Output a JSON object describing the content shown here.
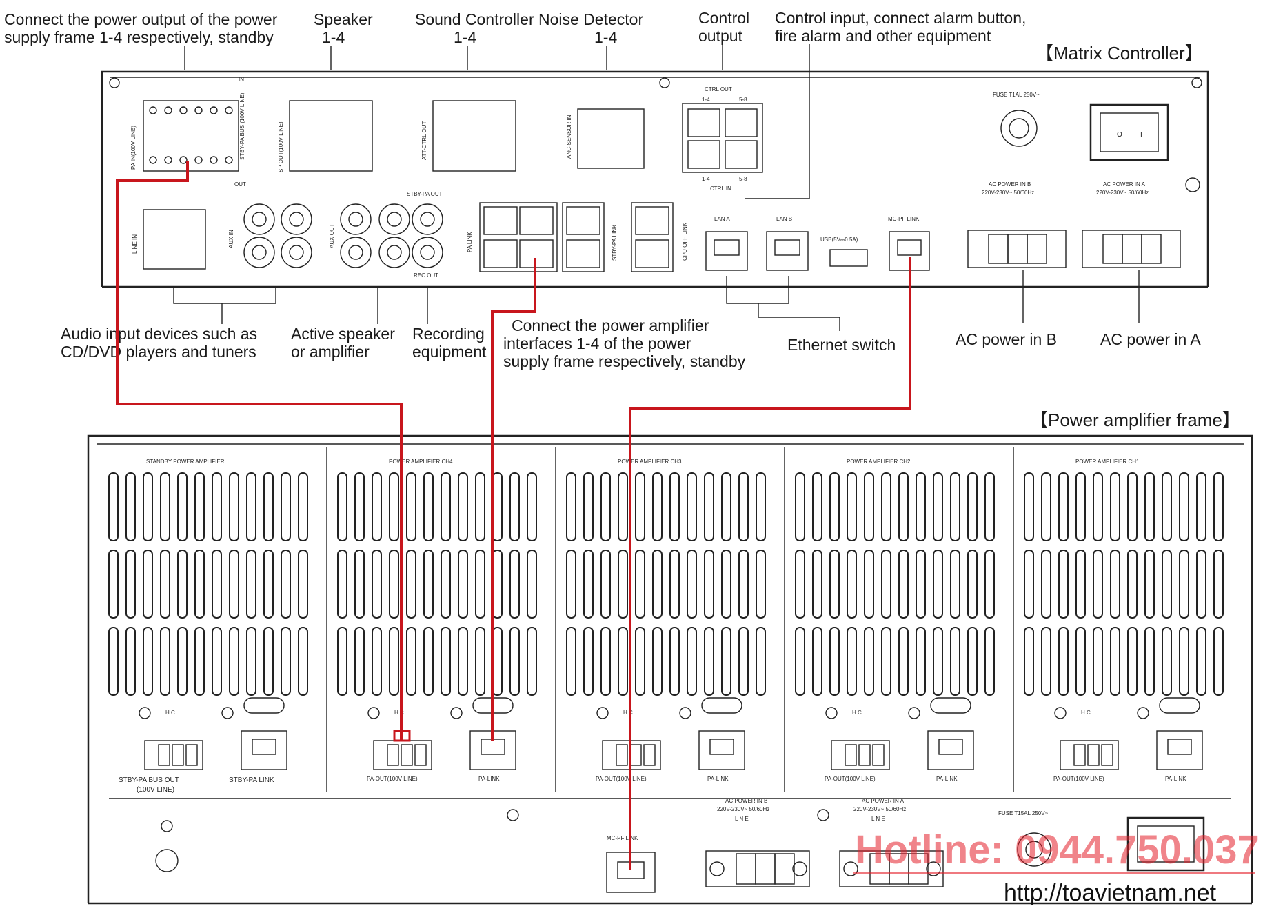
{
  "callouts": {
    "power_output": [
      "Connect the power output of the power",
      "supply frame 1-4 respectively, standby"
    ],
    "speaker": [
      "Speaker",
      "1-4"
    ],
    "sound_controller": [
      "Sound Controller Noise Detector",
      "1-4",
      "1-4"
    ],
    "control_output": [
      "Control",
      "output"
    ],
    "control_input": [
      "Control input, connect alarm button,",
      "fire alarm and other equipment"
    ],
    "audio_input": [
      "Audio input devices such as",
      "CD/DVD players and tuners"
    ],
    "active_speaker": [
      "Active speaker",
      "or amplifier"
    ],
    "recording": [
      "Recording",
      "equipment"
    ],
    "pa_interfaces": [
      "Connect the power amplifier",
      "interfaces 1-4 of the power",
      "supply frame respectively, standby"
    ],
    "ethernet": "Ethernet switch",
    "ac_power_b": "AC power in B",
    "ac_power_a": "AC power in A"
  },
  "titles": {
    "matrix_controller": "【Matrix Controller】",
    "power_frame": "【Power amplifier frame】"
  },
  "matrix_panel": {
    "pa_in": "PA IN(100V LINE)",
    "stby_pa_bus": "STBY-PA BUS (100V LINE)",
    "sp_out": "SP OUT(100V LINE)",
    "att_ctrl_out": "ATT-CTRL OUT",
    "anc_sensor_in": "ANC-SENSOR IN",
    "ctrl_out": "CTRL OUT",
    "ctrl_in": "CTRL IN",
    "fuse": "FUSE T1AL 250V~",
    "line_in": "LINE IN",
    "aux_in": "AUX IN",
    "aux_out": "AUX OUT",
    "stby_pa_out": "STBY-PA OUT",
    "rec_out": "REC OUT",
    "pa_link": "PA LINK",
    "stby_pa_link": "STBY-PA LINK",
    "cpu_off_link": "CPU OFF LINK",
    "lan_a": "LAN A",
    "lan_b": "LAN B",
    "usb": "USB(5V⎓0.5A)",
    "mc_pf_link": "MC-PF LINK",
    "ac_in_b": "AC POWER IN B",
    "ac_in_a": "AC POWER IN A",
    "ac_volt": "220V-230V~ 50/60Hz",
    "in": "IN",
    "out": "OUT",
    "range_a": "1-4",
    "range_b": "5-8"
  },
  "frame_panel": {
    "sections": [
      "STANDBY POWER AMPLIFIER",
      "POWER AMPLIFIER CH4",
      "POWER AMPLIFIER CH3",
      "POWER AMPLIFIER CH2",
      "POWER AMPLIFIER CH1"
    ],
    "stby_bus_out": [
      "STBY-PA BUS OUT",
      "(100V LINE)"
    ],
    "stby_pa_link": "STBY-PA LINK",
    "pa_out": "PA-OUT(100V LINE)",
    "pa_link": "PA-LINK",
    "hc": "H C",
    "mc_pf_link": "MC-PF LINK",
    "ac_in_b": "AC POWER IN B",
    "ac_in_a": "AC POWER IN A",
    "ac_volt": "220V-230V~ 50/60Hz",
    "lne": "L N E",
    "fuse": "FUSE T15AL 250V~"
  },
  "watermark": {
    "hotline": "Hotline: 0944.750.037",
    "url": "http://toavietnam.net"
  },
  "colors": {
    "wire": "#c8161d",
    "ink": "#222222",
    "watermark": "#e41f2a"
  }
}
